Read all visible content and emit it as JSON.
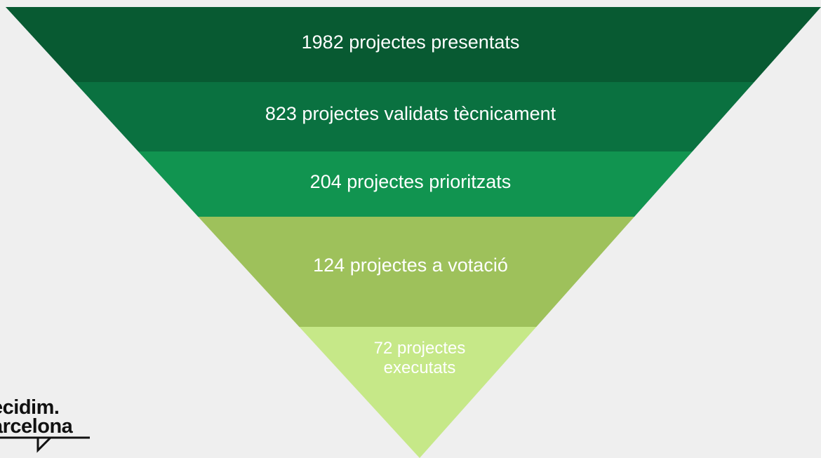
{
  "diagram": {
    "type": "funnel",
    "stages": [
      {
        "label": "1982 projectes presentats",
        "color": "#085a32"
      },
      {
        "label": "823 projectes validats tècnicament",
        "color": "#0a7140"
      },
      {
        "label": "204 projectes prioritzats",
        "color": "#119450"
      },
      {
        "label": "124 projectes a votació",
        "color": "#9ec15b"
      },
      {
        "label_lines": [
          "72 projectes",
          "executats"
        ],
        "color": "#c6e888"
      }
    ]
  },
  "logo": {
    "line1": "ecidim.",
    "line2": "arcelona"
  }
}
